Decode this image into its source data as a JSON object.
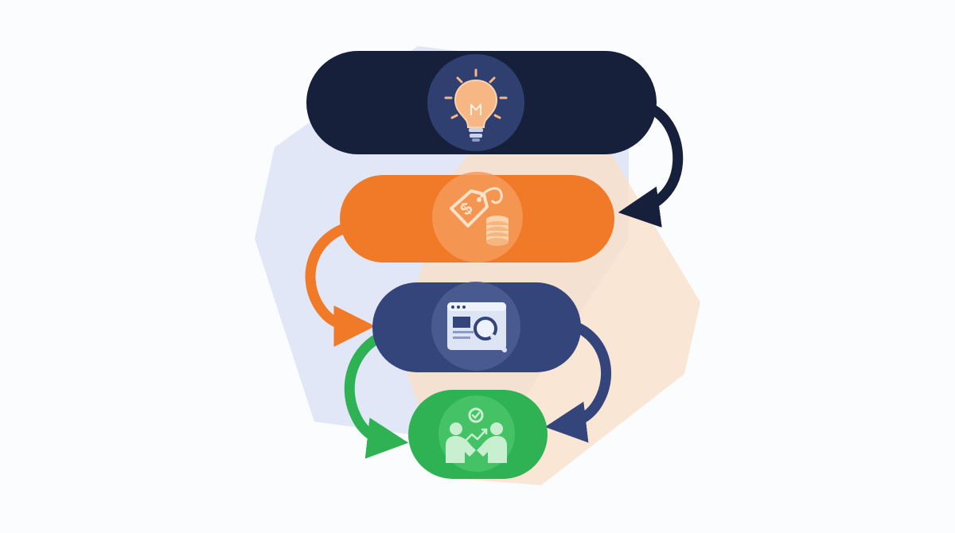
{
  "colors": {
    "background": "#fbfcfd",
    "navy": "#16203b",
    "orange": "#f07a27",
    "slate_blue": "#33457a",
    "green": "#2fb254",
    "icon_peach": "#f6b784",
    "icon_light": "#ffd9b8",
    "icon_green_light": "#c8efcf",
    "icon_blue_light": "#dde4f3",
    "hex_blue": "#dfe6f5",
    "hex_peach": "#f9dfc6"
  },
  "stages": [
    {
      "id": "idea",
      "icon": "lightbulb-icon",
      "color": "#16203b"
    },
    {
      "id": "pricing",
      "icon": "price-tag-coins-icon",
      "color": "#f07a27"
    },
    {
      "id": "research",
      "icon": "browser-search-icon",
      "color": "#33457a"
    },
    {
      "id": "deal",
      "icon": "handshake-growth-icon",
      "color": "#2fb254"
    }
  ],
  "connectors": [
    {
      "from": "idea",
      "to": "pricing",
      "color": "#16203b"
    },
    {
      "from": "pricing",
      "to": "research",
      "color": "#f07a27"
    },
    {
      "from": "research",
      "to": "deal",
      "color": "#33457a"
    },
    {
      "from": "research",
      "to": "deal",
      "color": "#2fb254"
    }
  ]
}
